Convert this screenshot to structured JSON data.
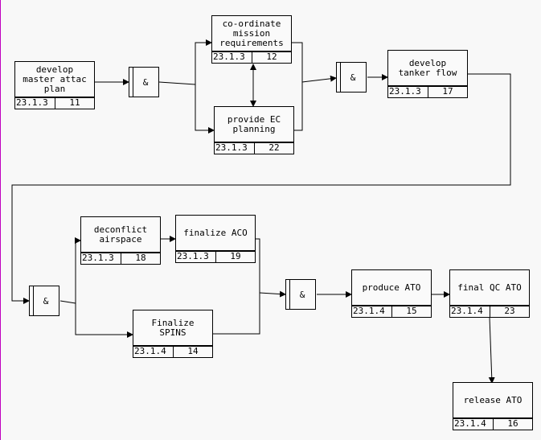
{
  "diagram": {
    "nodes": [
      {
        "key": "develop-master-attack-plan",
        "label": "develop\nmaster attac\nplan",
        "ref": "23.1.3",
        "num": "11"
      },
      {
        "key": "coordinate-mission-requirements",
        "label": "co-ordinate\nmission\nrequirements",
        "ref": "23.1.3",
        "num": "12"
      },
      {
        "key": "provide-ec-planning",
        "label": "provide EC\nplanning",
        "ref": "23.1.3",
        "num": "22"
      },
      {
        "key": "develop-tanker-flow",
        "label": "develop\ntanker flow",
        "ref": "23.1.3",
        "num": "17"
      },
      {
        "key": "deconflict-airspace",
        "label": "deconflict\nairspace",
        "ref": "23.1.3",
        "num": "18"
      },
      {
        "key": "finalize-aco",
        "label": "finalize ACO",
        "ref": "23.1.3",
        "num": "19"
      },
      {
        "key": "finalize-spins",
        "label": "Finalize\nSPINS",
        "ref": "23.1.4",
        "num": "14"
      },
      {
        "key": "produce-ato",
        "label": "produce ATO",
        "ref": "23.1.4",
        "num": "15"
      },
      {
        "key": "final-qc-ato",
        "label": "final QC ATO",
        "ref": "23.1.4",
        "num": "23"
      },
      {
        "key": "release-ato",
        "label": "release ATO",
        "ref": "23.1.4",
        "num": "16"
      }
    ],
    "gates": [
      {
        "key": "and-gate-1",
        "symbol": "&"
      },
      {
        "key": "and-gate-2",
        "symbol": "&"
      },
      {
        "key": "and-gate-3",
        "symbol": "&"
      },
      {
        "key": "and-gate-4",
        "symbol": "&"
      }
    ]
  }
}
